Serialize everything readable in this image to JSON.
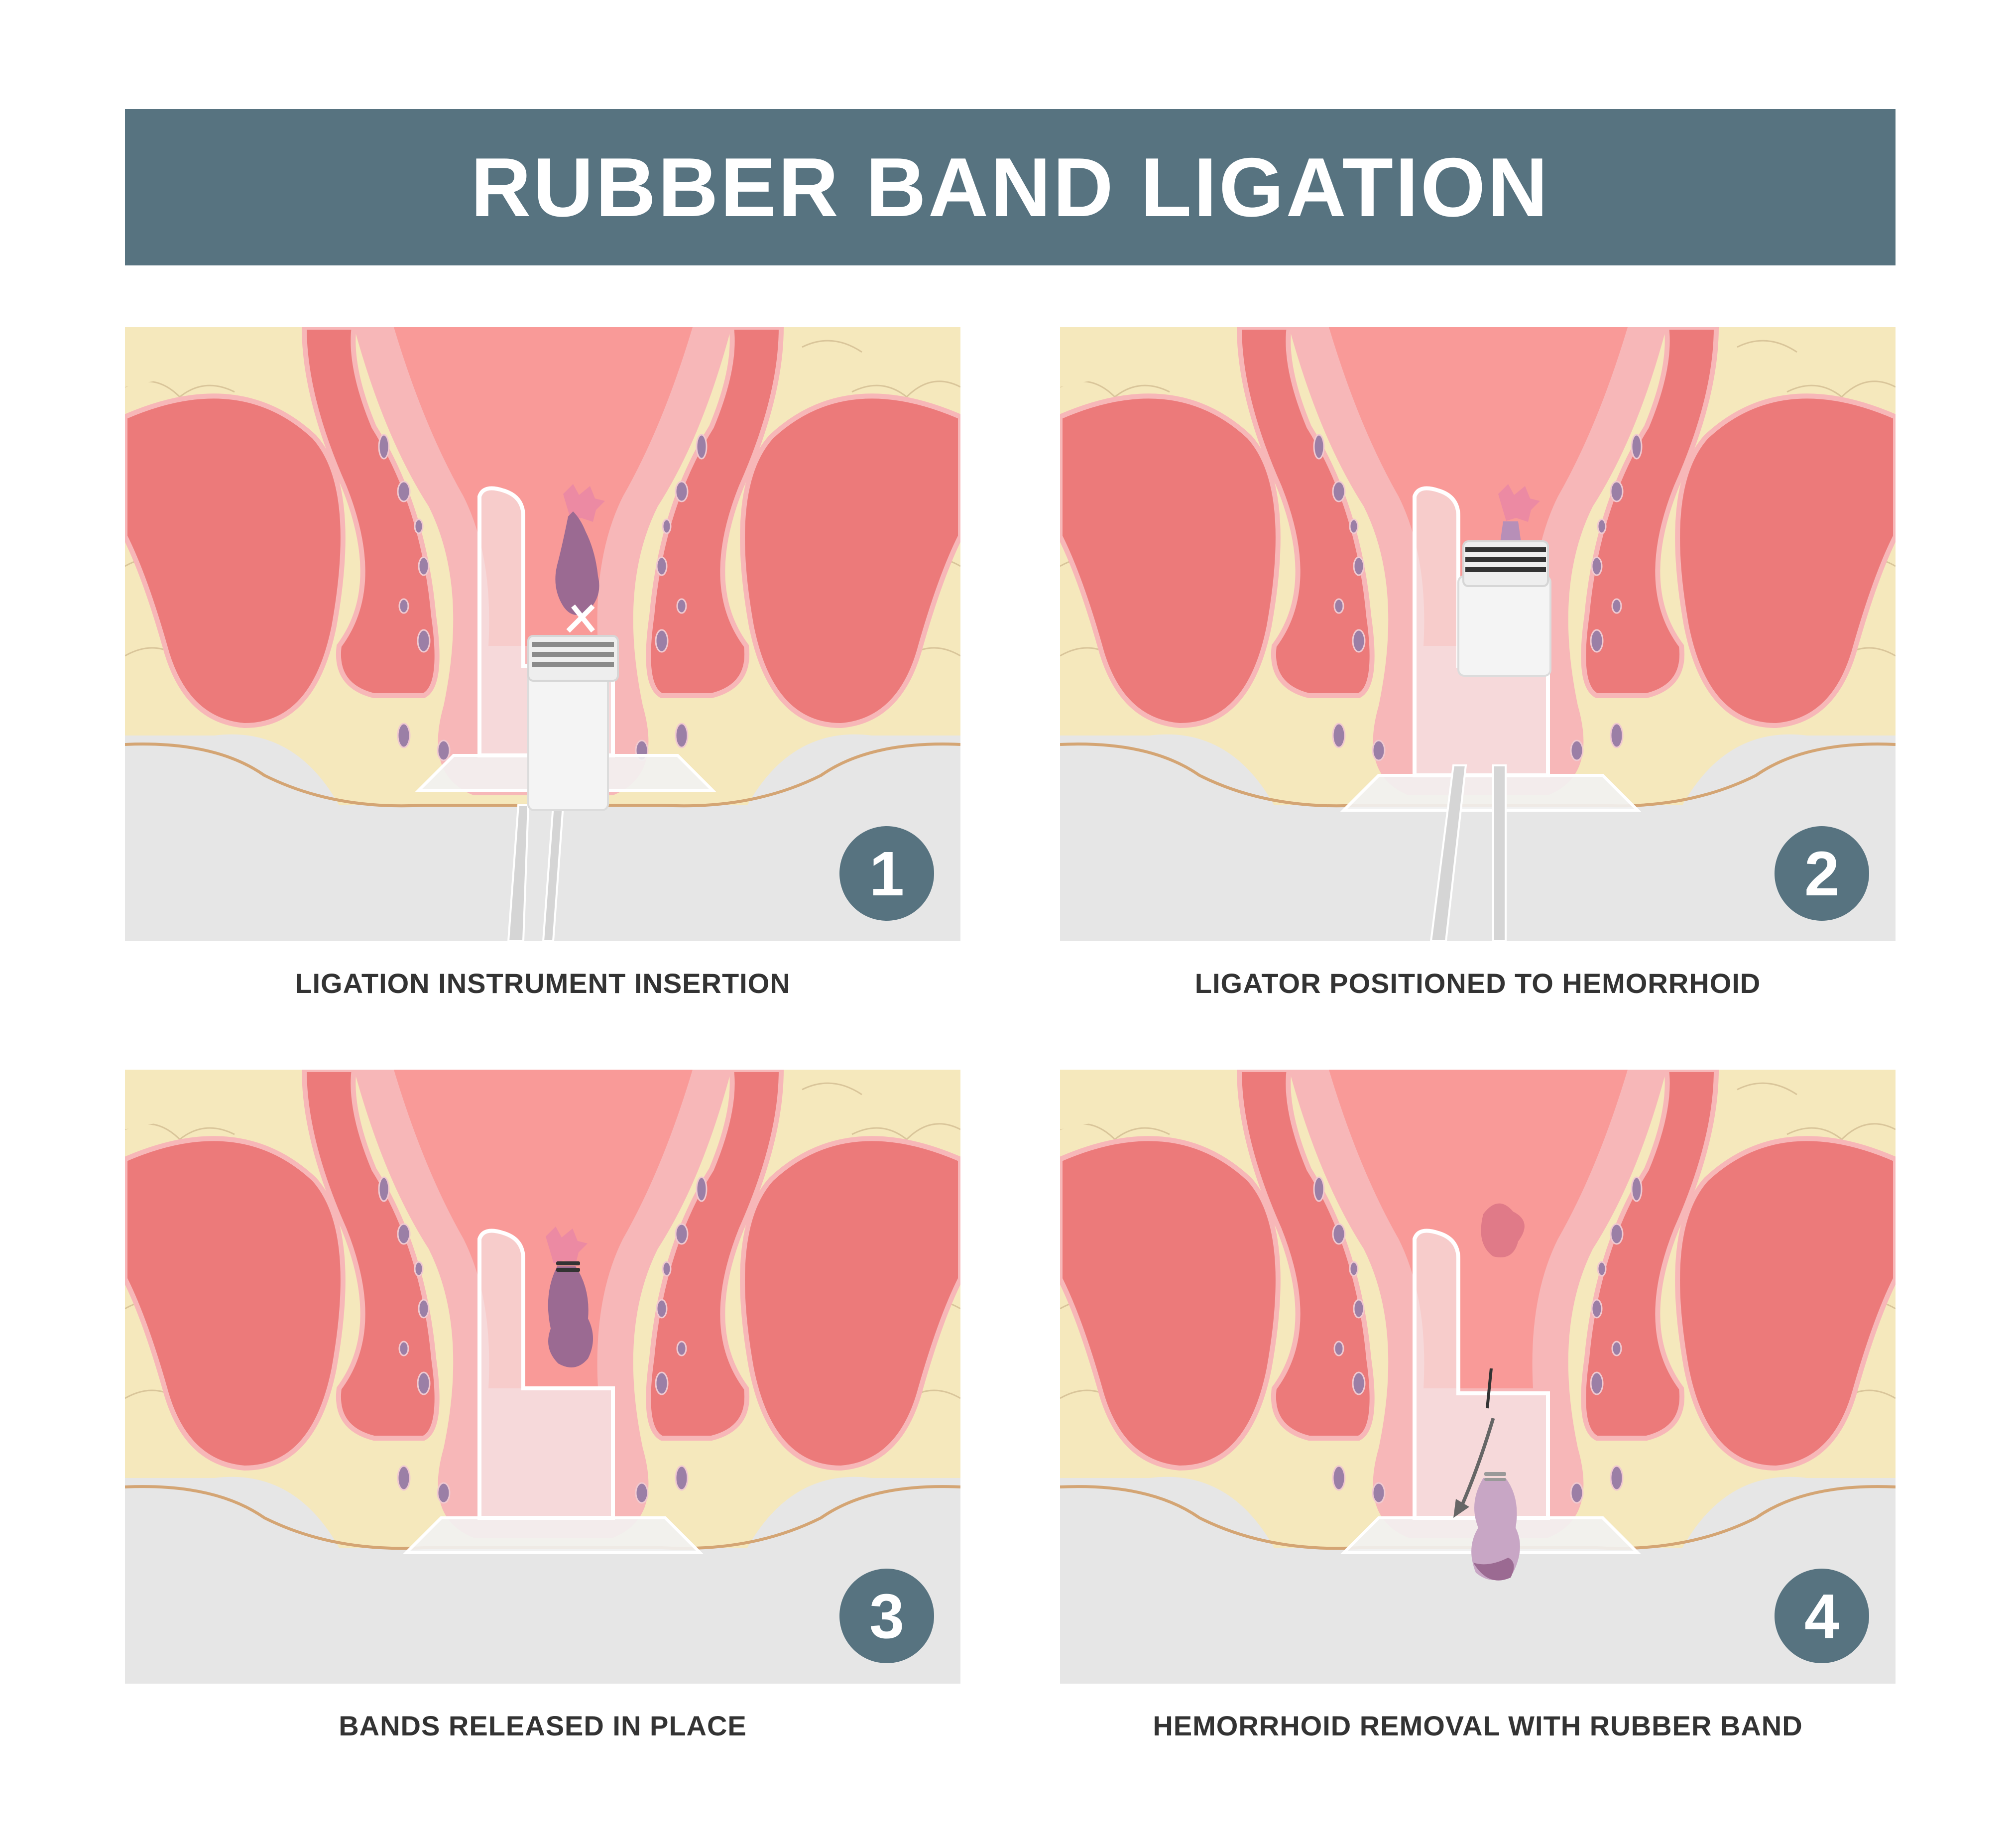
{
  "title": "RUBBER BAND LIGATION",
  "colors": {
    "banner": "#577380",
    "fat": "#f5e8bc",
    "muscle": "#ec7a7a",
    "mucosa": "#f7b7b8",
    "lumen": "#f99a98",
    "hemorrhoid": "#9b6a92",
    "instrument": "#f4f4f4",
    "floor": "#e6e6e6"
  },
  "steps": [
    {
      "number": "1",
      "caption": "LIGATION INSTRUMENT INSERTION"
    },
    {
      "number": "2",
      "caption": "LIGATOR POSITIONED TO HEMORRHOID"
    },
    {
      "number": "3",
      "caption": "BANDS RELEASED IN PLACE"
    },
    {
      "number": "4",
      "caption": "HEMORRHOID REMOVAL WITH RUBBER BAND"
    }
  ]
}
